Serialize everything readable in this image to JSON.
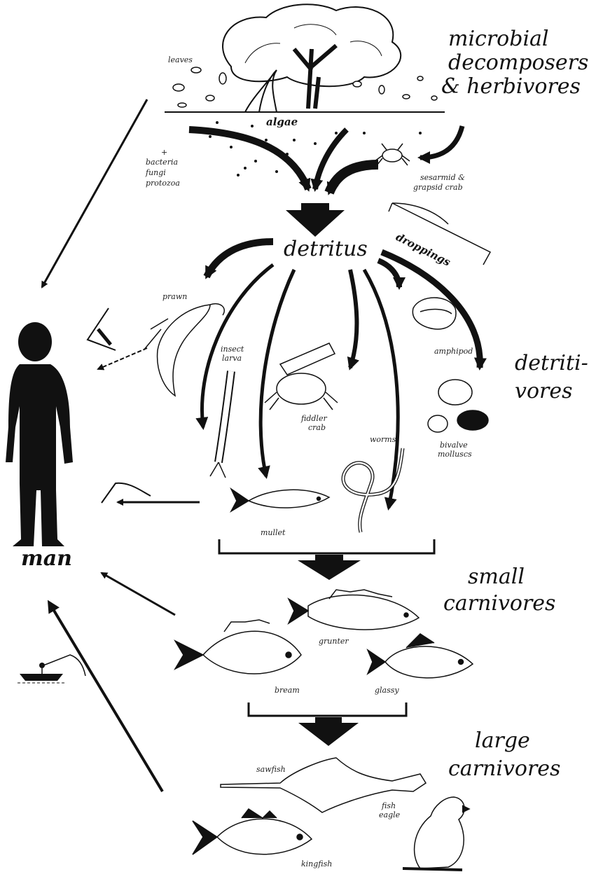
{
  "labels": {
    "microbial": [
      "microbial",
      "decomposers",
      "& herbivores"
    ],
    "leaves": "leaves",
    "algae": "algae",
    "microbes": [
      "+",
      "bacteria",
      "fungi",
      "protozoa"
    ],
    "crabs": [
      "sesarmid &",
      "grapsid crab"
    ],
    "droppings": "droppings",
    "detritus": "detritus",
    "prawn": "prawn",
    "insect_larva": [
      "insect",
      "larva"
    ],
    "fiddler_crab": [
      "fiddler",
      "crab"
    ],
    "amphipod": "amphipod",
    "detritivores": [
      "detriti-",
      "vores"
    ],
    "bivalve_molluscs": [
      "bivalve",
      "molluscs"
    ],
    "worms": "worms",
    "mullet": "mullet",
    "man": "man",
    "small_carnivores": [
      "small",
      "carnivores"
    ],
    "grunter": "grunter",
    "bream": "bream",
    "glassy": "glassy",
    "large_carnivores": [
      "large",
      "carnivores"
    ],
    "sawfish": "sawfish",
    "fish_eagle": [
      "fish",
      "eagle"
    ],
    "kingfish": "kingfish"
  }
}
